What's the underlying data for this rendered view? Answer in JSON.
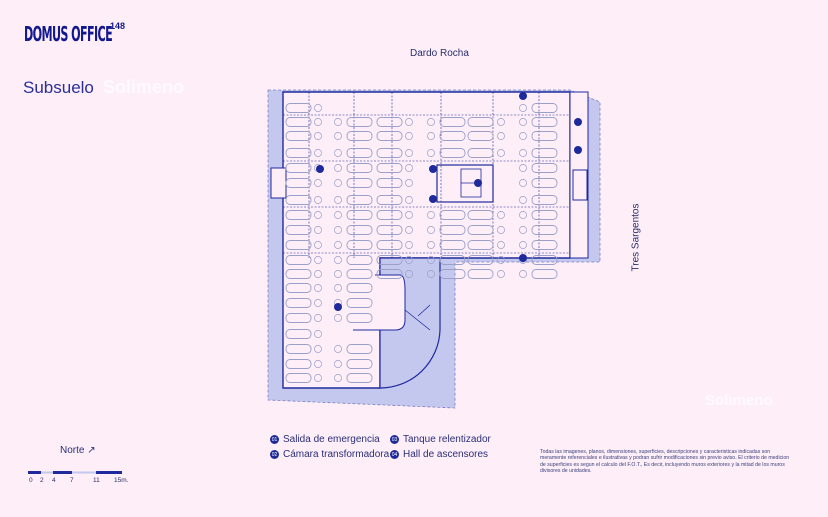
{
  "brand": {
    "name": "DOMUS OFFICE",
    "number": "148"
  },
  "level": {
    "title": "Subsuelo",
    "watermark": "Solimeno"
  },
  "streets": {
    "top": "Dardo Rocha",
    "right": "Tres Sargentos"
  },
  "legend": [
    {
      "code": "01",
      "label": "Salida de emergencia"
    },
    {
      "code": "02",
      "label": "Cámara transformadora"
    },
    {
      "code": "03",
      "label": "Tanque relentizador"
    },
    {
      "code": "04",
      "label": "Hall de ascensores"
    }
  ],
  "north": {
    "label": "Norte",
    "arrow": "↗"
  },
  "scale": {
    "ticks": [
      "0",
      "2",
      "4",
      "7",
      "11",
      "15m."
    ],
    "values": [
      0,
      2,
      4,
      7,
      11,
      15
    ]
  },
  "disclaimer": "Todas las imagenes, planos, dimensiones, superficies, descripciones y caracteristicas indicadas son meramente referenciales e ilustrativas y podran sufrir modificaciones sin previo aviso. El criterio de medicion de superficies es segun el calculo del F.O.T., Es decir, incluyendo muros exteriores y la mitad de los muros divisores de unidades.",
  "watermark_bottom": "Solimeno",
  "colors": {
    "ink": "#1e2a9c",
    "fill": "#c4c8ef",
    "bg": "#fdeef8",
    "car": "#9aa0c8"
  }
}
